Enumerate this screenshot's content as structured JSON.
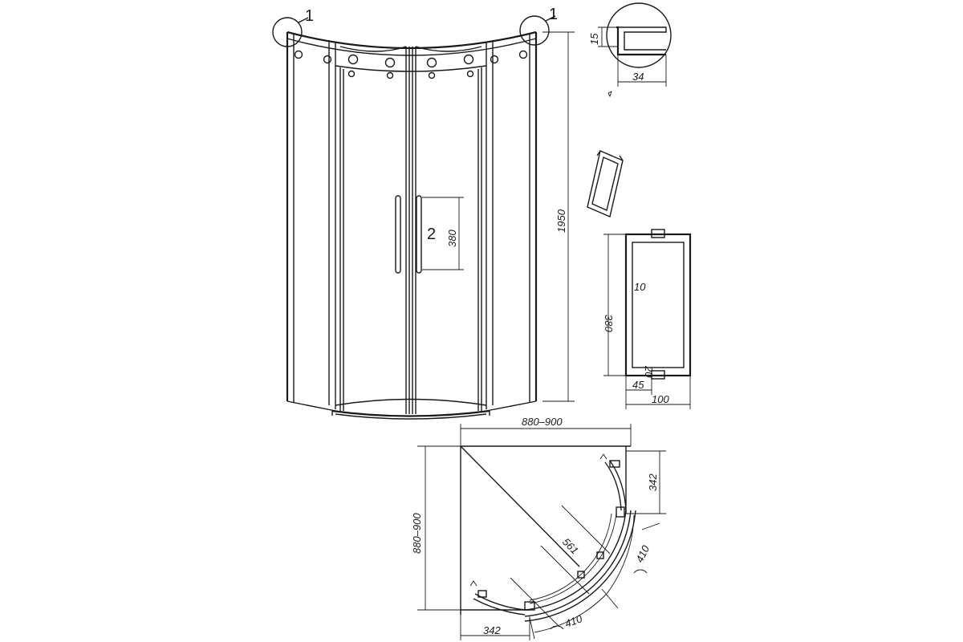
{
  "callouts": {
    "seal_left": "1",
    "seal_right": "1",
    "handle": "2"
  },
  "dimensions": {
    "height": "1950",
    "handle_length": "380",
    "seal_height": "15",
    "seal_width": "34",
    "handle_length_detail": "380",
    "handle_offset": "10",
    "handle_bar": "20",
    "handle_gap": "45",
    "handle_depth": "100",
    "plan_width": "880–900",
    "plan_depth": "880–900",
    "plan_side_right": "342",
    "plan_side_bottom": "342",
    "plan_radius": "561",
    "plan_door_right": "410",
    "plan_door_bottom": "410"
  },
  "colors": {
    "line": "#1a1a1a",
    "background": "#ffffff"
  }
}
